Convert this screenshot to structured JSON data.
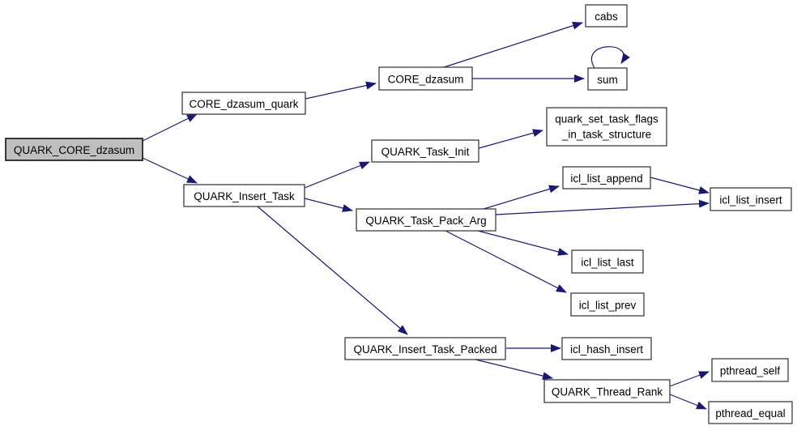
{
  "diagram": {
    "type": "call-graph",
    "colors": {
      "edge": "#191970",
      "node_border": "#3d3d3d",
      "node_fill": "#ffffff",
      "highlighted_node_fill": "#bfbfbf",
      "text": "#000000",
      "background": "#ffffff"
    },
    "nodes": {
      "quark_core_dzasum": {
        "label": "QUARK_CORE_dzasum",
        "highlighted": true
      },
      "core_dzasum_quark": {
        "label": "CORE_dzasum_quark"
      },
      "core_dzasum": {
        "label": "CORE_dzasum"
      },
      "cabs": {
        "label": "cabs"
      },
      "sum": {
        "label": "sum"
      },
      "quark_insert_task": {
        "label": "QUARK_Insert_Task"
      },
      "quark_task_init": {
        "label": "QUARK_Task_Init"
      },
      "quark_set_task_flags": {
        "label_line1": "quark_set_task_flags",
        "label_line2": "_in_task_structure"
      },
      "quark_task_pack_arg": {
        "label": "QUARK_Task_Pack_Arg"
      },
      "icl_list_append": {
        "label": "icl_list_append"
      },
      "icl_list_insert": {
        "label": "icl_list_insert"
      },
      "icl_list_last": {
        "label": "icl_list_last"
      },
      "icl_list_prev": {
        "label": "icl_list_prev"
      },
      "quark_insert_task_packed": {
        "label": "QUARK_Insert_Task_Packed"
      },
      "icl_hash_insert": {
        "label": "icl_hash_insert"
      },
      "quark_thread_rank": {
        "label": "QUARK_Thread_Rank"
      },
      "pthread_self": {
        "label": "pthread_self"
      },
      "pthread_equal": {
        "label": "pthread_equal"
      }
    },
    "edges": [
      {
        "from": "QUARK_CORE_dzasum",
        "to": "CORE_dzasum_quark"
      },
      {
        "from": "QUARK_CORE_dzasum",
        "to": "QUARK_Insert_Task"
      },
      {
        "from": "CORE_dzasum_quark",
        "to": "CORE_dzasum"
      },
      {
        "from": "CORE_dzasum",
        "to": "cabs"
      },
      {
        "from": "CORE_dzasum",
        "to": "sum"
      },
      {
        "from": "sum",
        "to": "sum"
      },
      {
        "from": "QUARK_Insert_Task",
        "to": "QUARK_Task_Init"
      },
      {
        "from": "QUARK_Insert_Task",
        "to": "QUARK_Task_Pack_Arg"
      },
      {
        "from": "QUARK_Insert_Task",
        "to": "QUARK_Insert_Task_Packed"
      },
      {
        "from": "QUARK_Task_Init",
        "to": "quark_set_task_flags_in_task_structure"
      },
      {
        "from": "QUARK_Task_Pack_Arg",
        "to": "icl_list_append"
      },
      {
        "from": "icl_list_append",
        "to": "icl_list_insert"
      },
      {
        "from": "QUARK_Task_Pack_Arg",
        "to": "icl_list_insert"
      },
      {
        "from": "QUARK_Task_Pack_Arg",
        "to": "icl_list_last"
      },
      {
        "from": "QUARK_Task_Pack_Arg",
        "to": "icl_list_prev"
      },
      {
        "from": "QUARK_Insert_Task_Packed",
        "to": "icl_hash_insert"
      },
      {
        "from": "QUARK_Insert_Task_Packed",
        "to": "QUARK_Thread_Rank"
      },
      {
        "from": "QUARK_Thread_Rank",
        "to": "pthread_self"
      },
      {
        "from": "QUARK_Thread_Rank",
        "to": "pthread_equal"
      }
    ]
  }
}
